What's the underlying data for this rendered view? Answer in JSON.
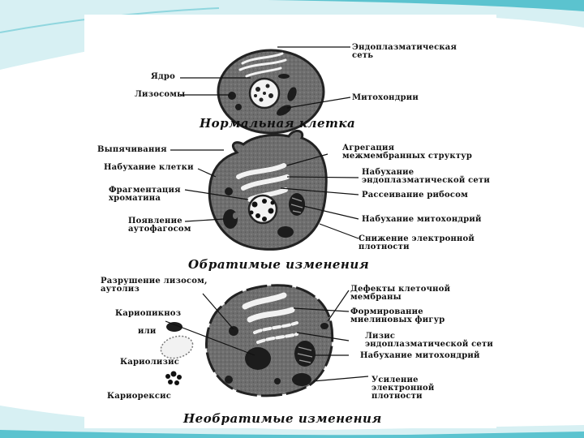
{
  "colors": {
    "slide_bg": "#ffffff",
    "accent_teal": "#5bc3cf",
    "accent_light": "#d7f0f3",
    "cell_fill": "#6e6e6e",
    "organelle_dark": "#1c1c1c",
    "organelle_light": "#f2f2f2"
  },
  "sections": {
    "normal": {
      "title": "Нормальная клетка",
      "labels": {
        "er": "Эндоплазматическая\nсеть",
        "nucleus": "Ядро",
        "lysosomes": "Лизосомы",
        "mitochondria": "Митохондрии"
      }
    },
    "reversible": {
      "title": "Обратимые изменения",
      "labels": {
        "blebbing": "Выпячивания",
        "cell_swelling": "Набухание клетки",
        "chromatin_fragmentation": "Фрагментация\nхроматина",
        "autophagosome": "Появление\nаутофагосом",
        "aggregation": "Агрегация\nмежмембранных структур",
        "er_swelling": "Набухание\nэндоплазматической сети",
        "ribosome_dispersal": "Рассеивание рибосом",
        "mito_swelling": "Набухание митохондрий",
        "density_decrease": "Снижение электронной\nплотности"
      }
    },
    "irreversible": {
      "title": "Необратимые изменения",
      "labels": {
        "lysosome_rupture": "Разрушение лизосом,\nаутолиз",
        "karyopyknosis": "Кариопикноз",
        "or": "или",
        "karyolysis": "Кариолизис",
        "karyorrhexis": "Кариорексис",
        "membrane_defects": "Дефекты клеточной\nмембраны",
        "myelin_figures": "Формирование\nмиелиновых фигур",
        "er_lysis": "Лизис\nэндоплазматической сети",
        "mito_swelling": "Набухание митохондрий",
        "density_increase": "Усиление\nэлектронной\nплотности"
      }
    }
  }
}
